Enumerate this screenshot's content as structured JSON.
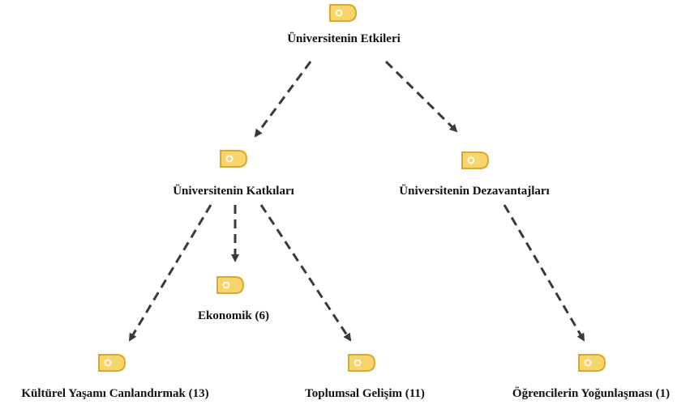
{
  "nodes": {
    "root": {
      "label": "Üniversitenin  Etkileri"
    },
    "contributions": {
      "label": "Üniversitenin Katkıları"
    },
    "disadvantages": {
      "label": "Üniversitenin Dezavantajları"
    },
    "economic": {
      "label": "Ekonomik  (6)"
    },
    "cultural": {
      "label": "Kültürel Yaşamı Canlandırmak (13)"
    },
    "social": {
      "label": "Toplumsal Gelişim (11)"
    },
    "students": {
      "label": "Öğrencilerin Yoğunlaşması (1)"
    }
  },
  "colors": {
    "tag_fill": "#f7d56a",
    "tag_stroke": "#d9a92e",
    "arrow": "#3a3a3a",
    "text": "#111111"
  }
}
